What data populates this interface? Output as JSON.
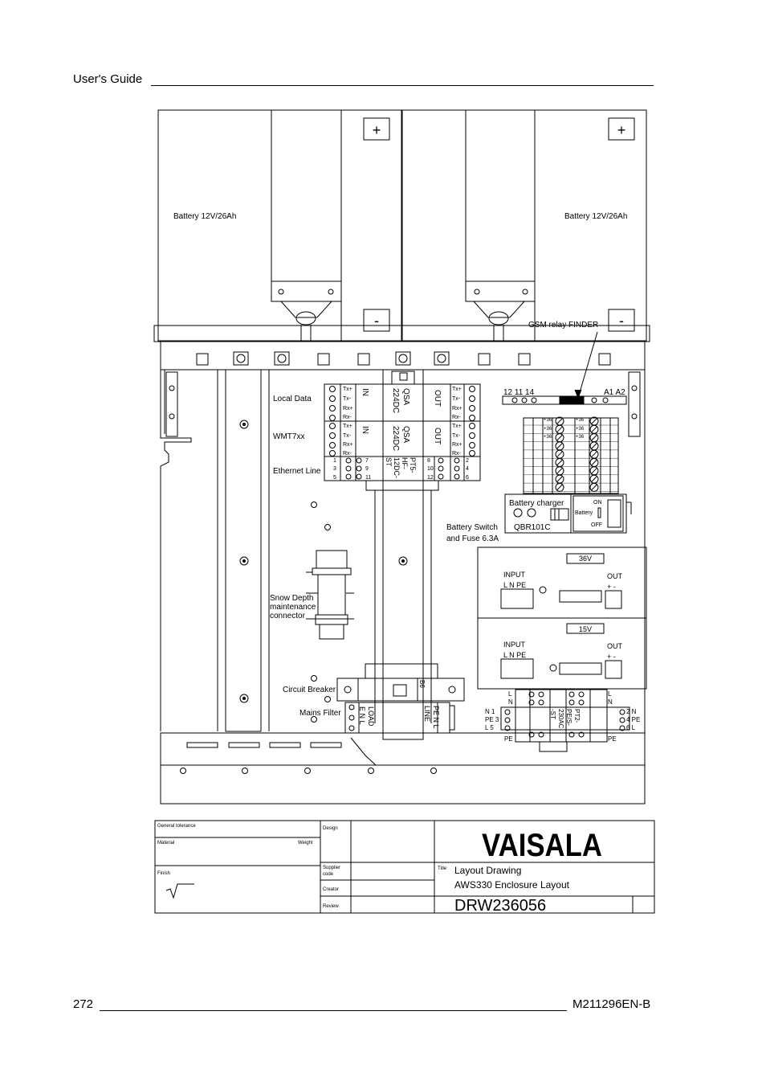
{
  "header": {
    "title": "User's Guide"
  },
  "footer": {
    "page_number": "272",
    "doc_id": "M211296EN-B"
  },
  "drawing": {
    "battery_left": "Battery 12V/26Ah",
    "battery_right": "Battery 12V/26Ah",
    "plus": "+",
    "minus": "-",
    "gsm_relay": "GSM relay FINDER",
    "local_data": "Local Data",
    "wmt": "WMT7xx",
    "ethernet": "Ethernet Line",
    "snow_depth": [
      "Snow Depth",
      "maintenance",
      "connector"
    ],
    "circuit_breaker": "Circuit Breaker",
    "mains_filter": "Mains Filter",
    "battery_switch": [
      "Battery Switch",
      "and Fuse 6.3A"
    ],
    "battery_charger": "Battery charger",
    "charger_model": "QBR101C",
    "switch_on": "ON",
    "switch_battery": "Battery",
    "switch_off": "OFF",
    "relay_pins": "12  11  14",
    "relay_coil": "A1 A2",
    "qsa_model": [
      "QSA",
      "224DC"
    ],
    "qsa_in": "IN",
    "qsa_out": "OUT",
    "serial_pins": [
      "Tx+",
      "Tx-",
      "Rx+",
      "Rx-"
    ],
    "pt5": [
      "PT5-",
      "HF-",
      "12DC-",
      "ST"
    ],
    "pt5_left_numbers": [
      "1",
      "3",
      "5"
    ],
    "pt5_mid_numbers": [
      "7",
      "9",
      "11"
    ],
    "pt5_right_numbers": [
      "8",
      "10",
      "12"
    ],
    "pt5_far_numbers": [
      "2",
      "4",
      "6"
    ],
    "psu_36": "36V",
    "psu_15": "15V",
    "psu_input": "INPUT",
    "psu_input_pins": "L  N  PE",
    "psu_out": "OUT",
    "psu_out_pins": "+  -",
    "b6": "B6",
    "filter_load": [
      "LOAD",
      "E N L"
    ],
    "filter_line": [
      "PE N L",
      "LINE"
    ],
    "pt2": [
      "PT2-",
      "PE/S-",
      "230AC",
      "-ST"
    ],
    "pt2_left_pins": [
      "N  1",
      "PE 3",
      "L  5"
    ],
    "pt2_right_pins": [
      "2 N",
      "4 PE",
      "6 L"
    ],
    "pt2_top": [
      "L",
      "N"
    ],
    "pt2_bottom": "PE",
    "term_labels": [
      "+36",
      "+36",
      "+36"
    ]
  },
  "title_block": {
    "general_tolerance": "General tolerance",
    "material": "Material",
    "weight": "Weight",
    "finish": "Finish",
    "design": "Design",
    "supplier_code": [
      "Supplier",
      "code"
    ],
    "creator": "Creator",
    "review": "Review",
    "title_label": "Title",
    "logo": "VAISALA",
    "title_line1": "Layout Drawing",
    "title_line2": "AWS330 Enclosure Layout",
    "drawing_number": "DRW236056"
  }
}
